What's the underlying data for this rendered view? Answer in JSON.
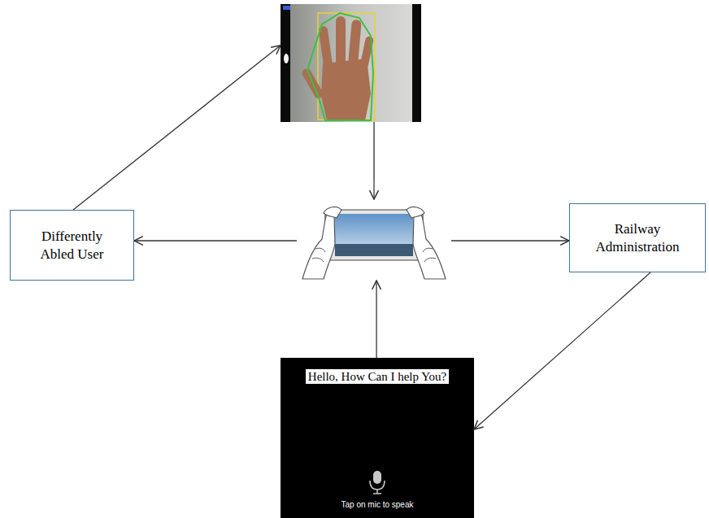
{
  "diagram": {
    "nodes": [
      {
        "text": []
      },
      {
        "text": [
          "Differently Abled User"
        ]
      },
      {
        "text": []
      },
      {
        "text": [
          "Railway Administration"
        ]
      },
      {
        "text": [
          "Hello, How Can I help You?",
          "Tap on mic to speak"
        ]
      }
    ],
    "edges": [
      {
        "from": 1,
        "to": 0,
        "arrow": "to"
      },
      {
        "from": 0,
        "to": 2,
        "arrow": "to"
      },
      {
        "from": 2,
        "to": 1,
        "arrow": "to"
      },
      {
        "from": 2,
        "to": 3,
        "arrow": "to"
      },
      {
        "from": 3,
        "to": 4,
        "arrow": "to"
      },
      {
        "from": 4,
        "to": 2,
        "arrow": "to"
      }
    ]
  }
}
